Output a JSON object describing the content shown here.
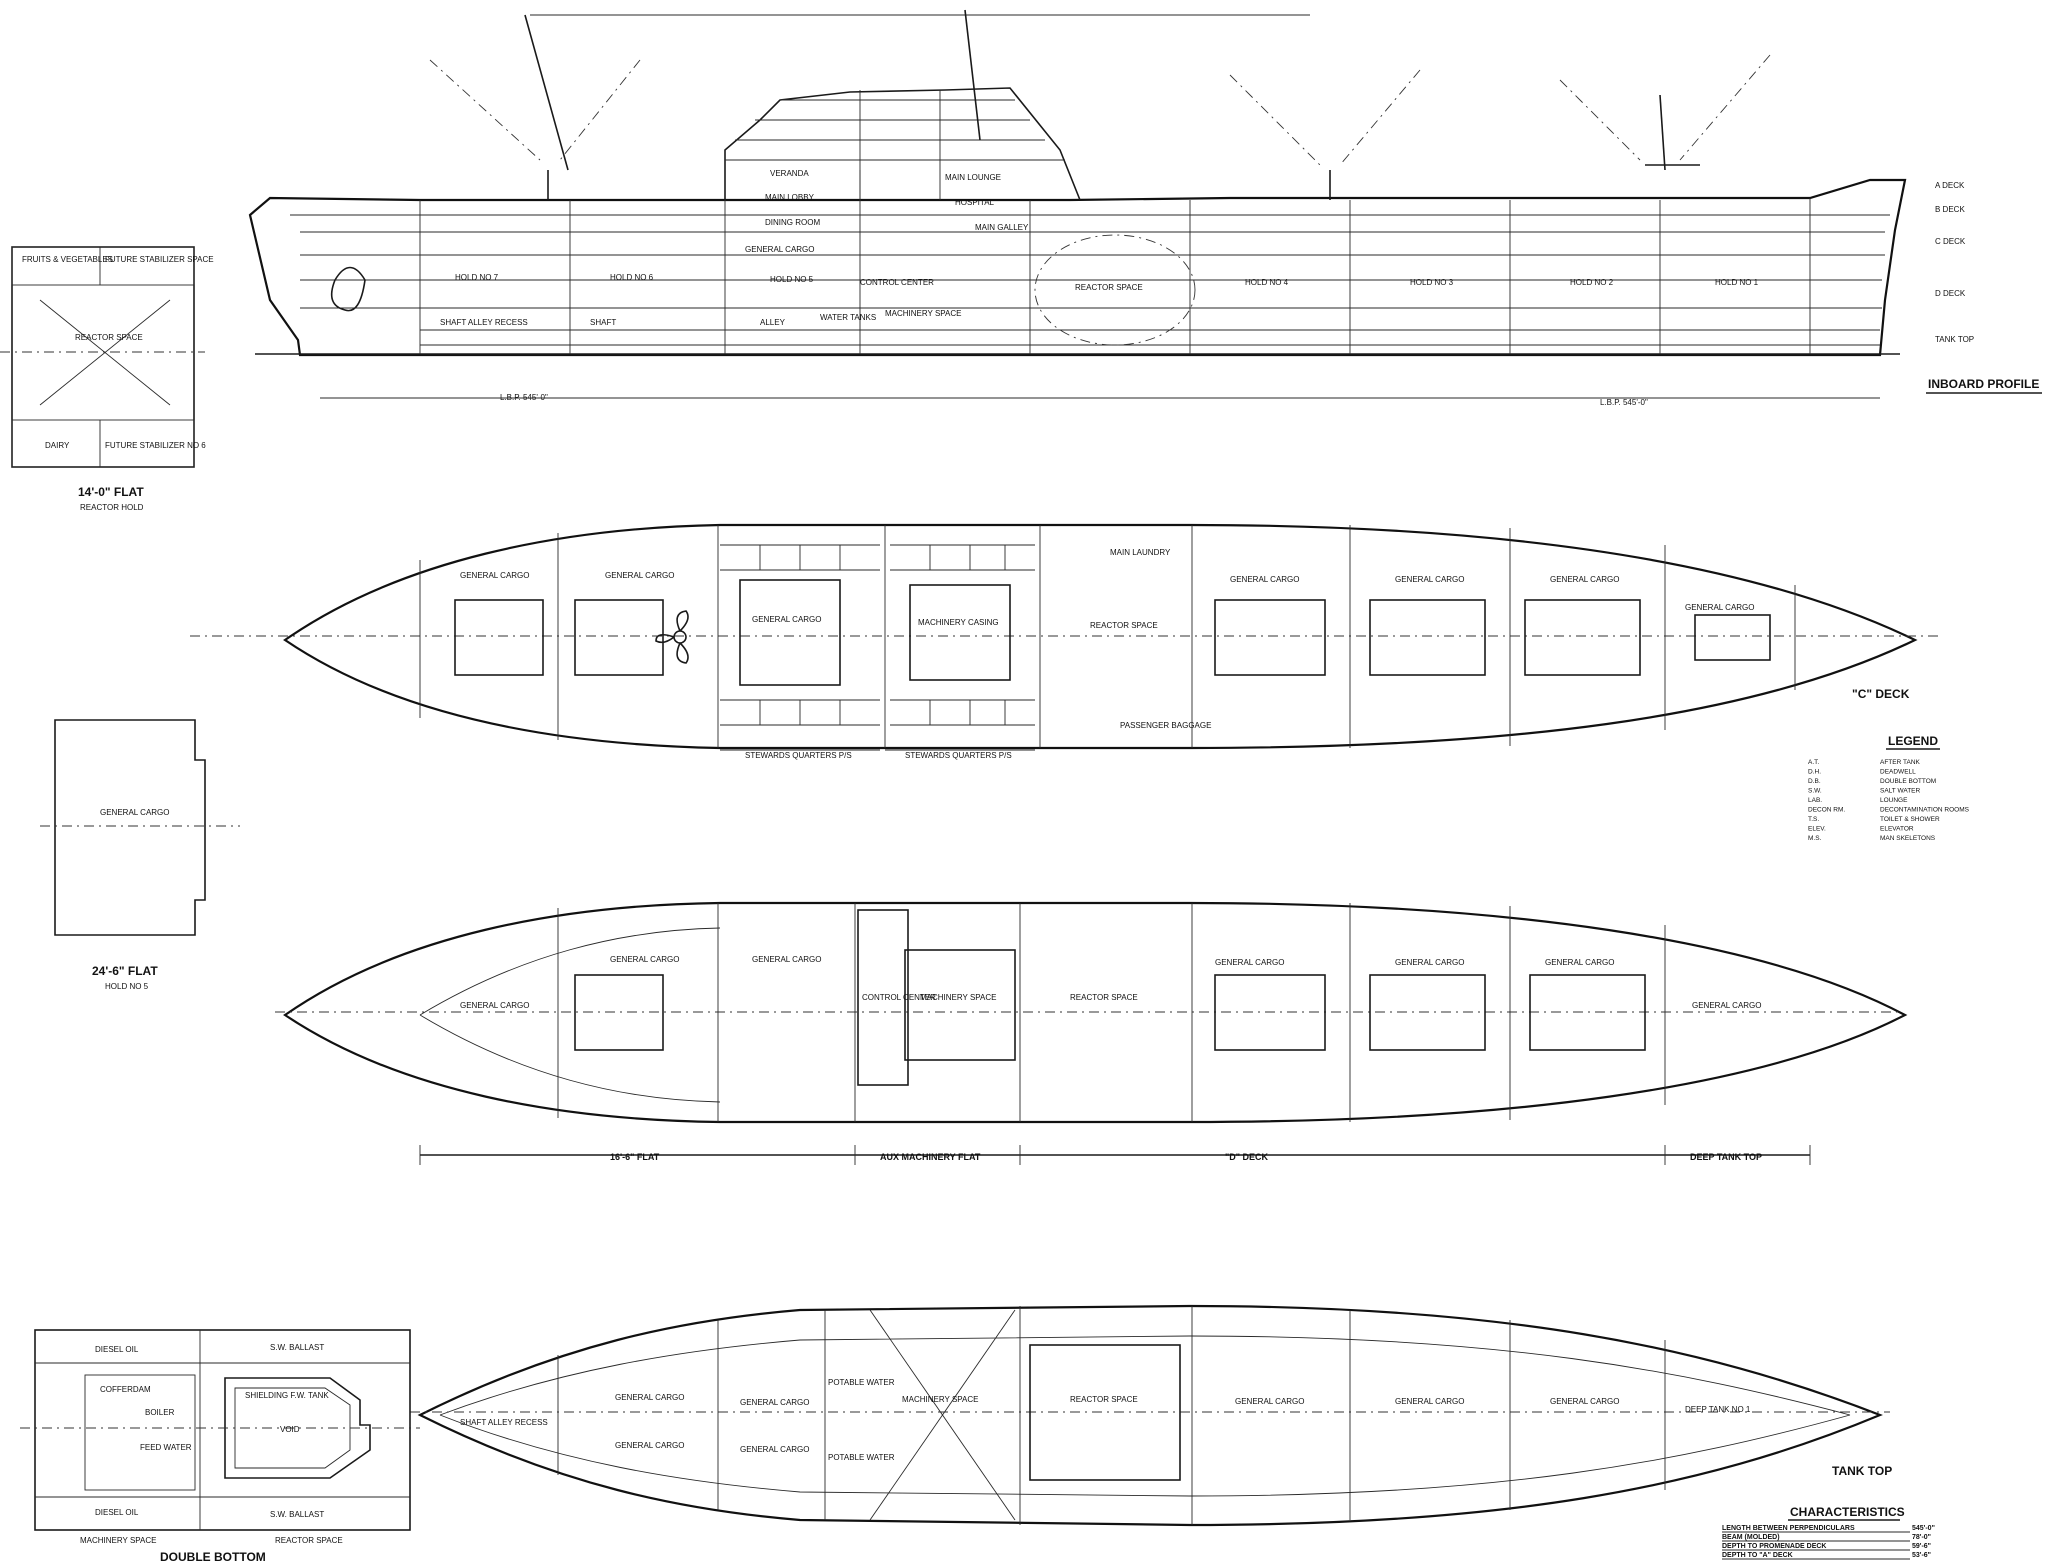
{
  "titles": {
    "inboard_profile": "INBOARD PROFILE",
    "c_deck": "\"C\" DECK",
    "tank_top": "TANK TOP",
    "legend": "LEGEND",
    "characteristics": "CHARACTERISTICS"
  },
  "side_views": {
    "flat_14": {
      "title": "14'-0\" FLAT",
      "subtitle": "REACTOR HOLD",
      "center": "REACTOR SPACE",
      "top_left": "FRUITS & VEGETABLES",
      "top_right": "FUTURE STABILIZER SPACE",
      "bottom_left": "DAIRY",
      "bottom_right": "FUTURE STABILIZER NO 6"
    },
    "flat_24": {
      "title": "24'-6\" FLAT",
      "subtitle": "HOLD NO 5",
      "center": "GENERAL CARGO"
    },
    "double_bottom": {
      "title": "DOUBLE BOTTOM",
      "labels": [
        "DIESEL OIL",
        "S.W. BALLAST",
        "COFFERDAM",
        "BOILER",
        "FEED WATER",
        "VOID",
        "SHIELDING F.W. TANK",
        "DIESEL OIL",
        "S.W. BALLAST",
        "MACHINERY SPACE",
        "REACTOR SPACE"
      ]
    }
  },
  "profile": {
    "rooms": [
      "HOLD NO 7",
      "HOLD NO 6",
      "HOLD NO 5",
      "SHAFT ALLEY RECESS",
      "SHAFT",
      "ALLEY",
      "VERANDA",
      "MAIN LOBBY",
      "DINING ROOM",
      "GENERAL CARGO",
      "MAIN LOUNGE",
      "HOSPITAL",
      "MAIN GALLEY",
      "MACHINERY SPACE",
      "REACTOR SPACE",
      "HOLD NO 4",
      "HOLD NO 3",
      "HOLD NO 2",
      "HOLD NO 1",
      "CONTROL CENTER",
      "WATER TANKS"
    ],
    "deck_marks": [
      "A DECK",
      "B DECK",
      "C DECK",
      "D DECK",
      "TANK TOP"
    ],
    "lbp_marks": [
      "L.B.P. 545'-0\"",
      "L.B.P. 545'-0\""
    ]
  },
  "c_deck": {
    "labels": [
      "GENERAL CARGO",
      "GENERAL CARGO",
      "GENERAL CARGO",
      "MACHINERY CASING",
      "REACTOR SPACE",
      "GENERAL CARGO",
      "GENERAL CARGO",
      "GENERAL CARGO",
      "GENERAL CARGO",
      "STEWARDS QUARTERS P/S",
      "STEWARDS QUARTERS P/S",
      "MAIN LAUNDRY",
      "PASSENGER BAGGAGE"
    ]
  },
  "d_deck": {
    "labels": [
      "GENERAL CARGO",
      "GENERAL CARGO",
      "GENERAL CARGO",
      "CONTROL CENTER",
      "MACHINERY SPACE",
      "REACTOR SPACE",
      "GENERAL CARGO",
      "GENERAL CARGO",
      "GENERAL CARGO",
      "GENERAL CARGO"
    ],
    "dims": [
      "16'-6\" FLAT",
      "AUX MACHINERY FLAT",
      "\"D\" DECK",
      "DEEP TANK TOP"
    ]
  },
  "tank_top": {
    "labels": [
      "GENERAL CARGO",
      "GENERAL CARGO",
      "GENERAL CARGO",
      "GENERAL CARGO",
      "MACHINERY SPACE",
      "REACTOR SPACE",
      "GENERAL CARGO",
      "GENERAL CARGO",
      "GENERAL CARGO",
      "DEEP TANK NO 1",
      "POTABLE WATER",
      "POTABLE WATER",
      "SHAFT ALLEY RECESS"
    ]
  },
  "legend": {
    "items": [
      {
        "abbr": "A.T.",
        "text": "AFTER TANK"
      },
      {
        "abbr": "D.H.",
        "text": "DEADWELL"
      },
      {
        "abbr": "D.B.",
        "text": "DOUBLE BOTTOM"
      },
      {
        "abbr": "S.W.",
        "text": "SALT WATER"
      },
      {
        "abbr": "LAB.",
        "text": "LOUNGE"
      },
      {
        "abbr": "DECON RM.",
        "text": "DECONTAMINATION ROOMS"
      },
      {
        "abbr": "T.S.",
        "text": "TOILET & SHOWER"
      },
      {
        "abbr": "ELEV.",
        "text": "ELEVATOR"
      },
      {
        "abbr": "M.S.",
        "text": "MAN SKELETONS"
      }
    ]
  },
  "characteristics": {
    "rows": [
      {
        "k": "LENGTH BETWEEN PERPENDICULARS",
        "v": "545'-0\""
      },
      {
        "k": "BEAM (MOLDED)",
        "v": "78'-0\""
      },
      {
        "k": "DEPTH TO PROMENADE DECK",
        "v": "59'-6\""
      },
      {
        "k": "DEPTH TO \"A\" DECK",
        "v": "53'-6\""
      }
    ]
  }
}
